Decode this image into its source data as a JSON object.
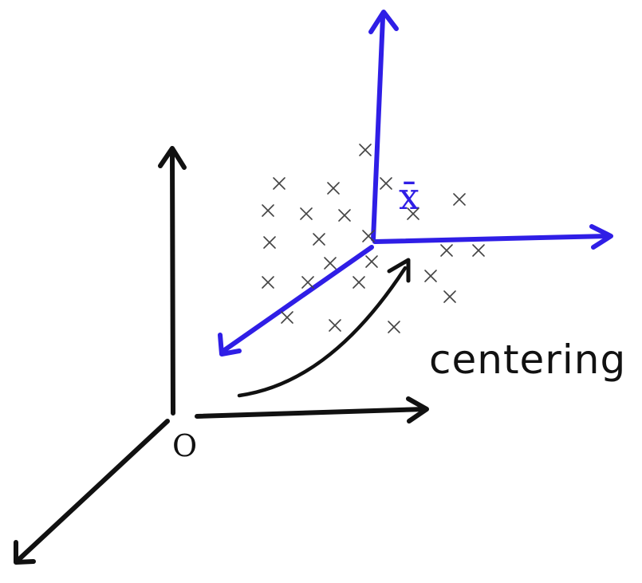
{
  "labels": {
    "origin": "O",
    "mean": "x̄",
    "caption": "centering"
  },
  "colors": {
    "original_axes": "#111111",
    "centered_axes": "#2f1ee6",
    "data_points": "#444444"
  },
  "marker_glyph": "×"
}
